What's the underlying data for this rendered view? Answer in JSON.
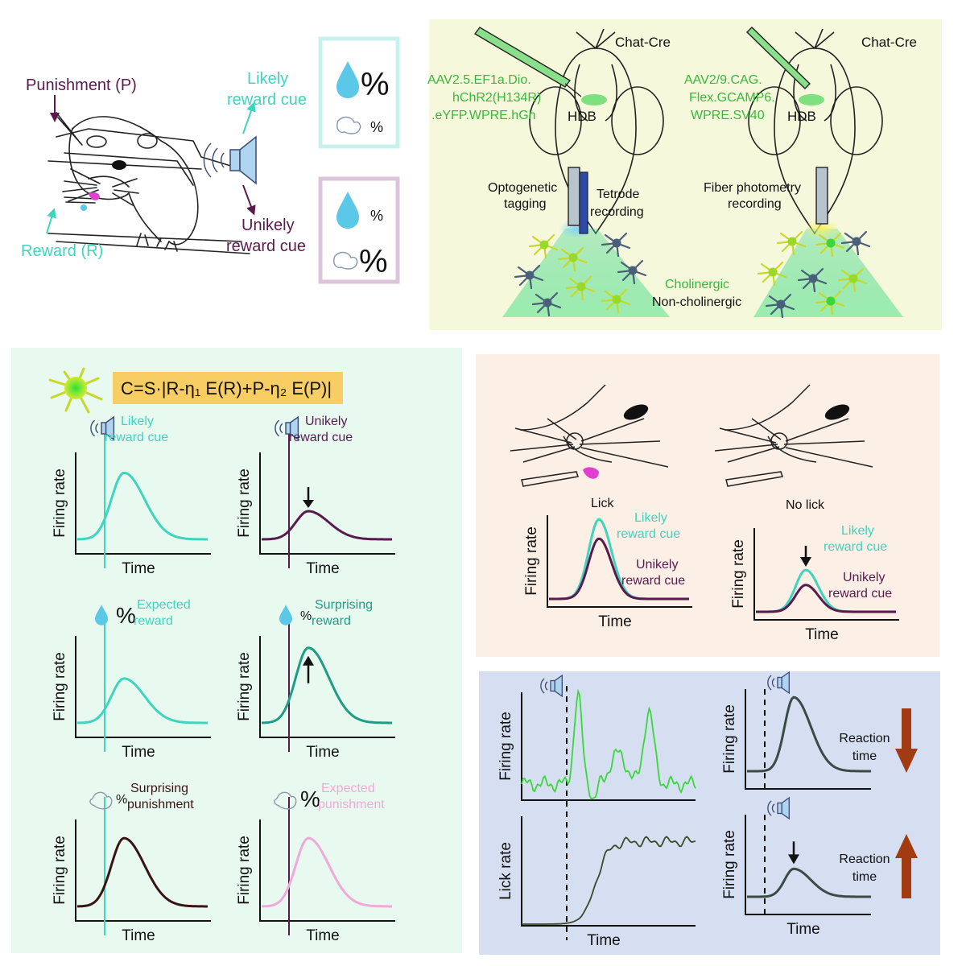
{
  "colors": {
    "teal": "#3fd4bd",
    "dark_teal": "#1f9c84",
    "purple": "#5a1a4e",
    "pink": "#f0a9d8",
    "dark_brown": "#3a1414",
    "green": "#3bd63b",
    "label_green": "#38b83a",
    "gray_line": "#3a4a46",
    "arrow_brown": "#a23b12",
    "panel_yellow": "#f6f8dc",
    "panel_mint": "#e8faf0",
    "panel_peach": "#fbefe6",
    "panel_blue": "#d6def2",
    "formula_bg": "#f8cd63"
  },
  "top_left": {
    "punishment_label": "Punishment (P)",
    "reward_label": "Reward (R)",
    "likely_line1": "Likely",
    "likely_line2": "reward cue",
    "unlikely_line1": "Unikely",
    "unlikely_line2": "reward cue",
    "big_percent": "%",
    "small_percent": "%"
  },
  "top_right": {
    "chat_cre_left": "Chat-Cre",
    "chat_cre_right": "Chat-Cre",
    "virus_left": [
      "AAV2.5.EF1a.Dio.",
      "hChR2(H134R)",
      ".eYFP.WPRE.hGh"
    ],
    "virus_right": [
      "AAV2/9.CAG.",
      "Flex.GCAMP6.",
      "WPRE.SV40"
    ],
    "hdb_left": "HDB",
    "hdb_right": "HDB",
    "opto": [
      "Optogenetic",
      "tagging"
    ],
    "tetrode": [
      "Tetrode",
      "recording"
    ],
    "fiber": [
      "Fiber photometry",
      "recording"
    ],
    "cholinergic": "Cholinergic",
    "non_cholinergic": "Non-cholinergic"
  },
  "formula": "C=S·|R-η₁ E(R)+P-η₂ E(P)|",
  "mid_left_plots": [
    {
      "id": "p1",
      "l1": "Likely",
      "l2": "reward cue",
      "icon": "speaker",
      "amp": 0.78,
      "color": "#3fd4bd",
      "labelColor": "#3fd4bd",
      "lineColor": "#3fd4bd",
      "arrow": "none"
    },
    {
      "id": "p2",
      "l1": "Unikely",
      "l2": "reward cue",
      "icon": "speaker",
      "amp": 0.33,
      "color": "#5a1a4e",
      "labelColor": "#5a1a4e",
      "lineColor": "#5a1a4e",
      "arrow": "down"
    },
    {
      "id": "p3",
      "l1": "Expected",
      "l2": "reward",
      "icon": "drop",
      "pct": "big",
      "amp": 0.52,
      "color": "#3fd4bd",
      "labelColor": "#3fd4bd",
      "lineColor": "#3fd4bd",
      "arrow": "none"
    },
    {
      "id": "p4",
      "l1": "Surprising",
      "l2": "reward",
      "icon": "drop",
      "pct": "small",
      "amp": 0.88,
      "color": "#1f9c84",
      "labelColor": "#1f9c84",
      "lineColor": "#5a1a4e",
      "arrow": "up"
    },
    {
      "id": "p5",
      "l1": "Surprising",
      "l2": "punishment",
      "icon": "puff",
      "pct": "small",
      "amp": 0.8,
      "color": "#3a1414",
      "labelColor": "#3a1414",
      "lineColor": "#3fd4bd",
      "arrow": "none"
    },
    {
      "id": "p6",
      "l1": "Expected",
      "l2": "punishment",
      "icon": "puff",
      "pct": "big",
      "amp": 0.8,
      "color": "#f0a9d8",
      "labelColor": "#f0a9d8",
      "lineColor": "#5a1a4e",
      "arrow": "none"
    }
  ],
  "axis": {
    "ylabel": "Firing rate",
    "xlabel": "Time",
    "lick_ylabel": "Lick rate"
  },
  "mid_right": {
    "lick_label": "Lick",
    "no_lick_label": "No lick",
    "likely_l1": "Likely",
    "likely_l2": "reward cue",
    "unlikely_l1": "Unikely",
    "unlikely_l2": "reward cue"
  },
  "bottom_right": {
    "reaction_l1": "Reaction",
    "reaction_l2": "time"
  }
}
